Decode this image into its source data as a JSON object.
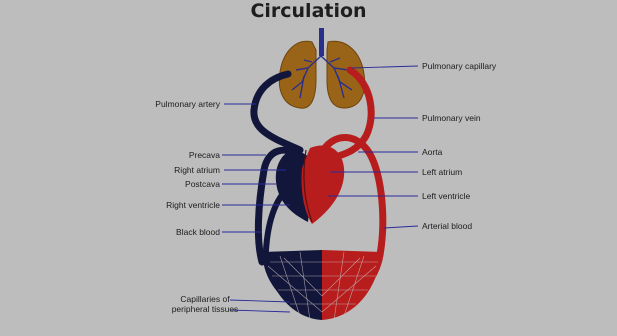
{
  "title": "Circulation",
  "labels": {
    "pulmonary_capillary": "Pulmonary capillary",
    "pulmonary_artery": "Pulmonary artery",
    "pulmonary_vein": "Pulmonary vein",
    "aorta": "Aorta",
    "precava": "Precava",
    "left_atrium": "Left atrium",
    "right_atrium": "Right atrium",
    "postcava": "Postcava",
    "left_ventricle": "Left ventricle",
    "right_ventricle": "Right ventricle",
    "arterial_blood": "Arterial blood",
    "black_blood": "Black blood",
    "capillaries_line1": "Capillaries of",
    "capillaries_line2": "peripheral tissues"
  },
  "colors": {
    "background": "#bdbdbd",
    "arterial": "#b81d1d",
    "venous": "#12163a",
    "lung": "#9a6418",
    "lung_vessel": "#2a2f8a",
    "leader_line": "#2a2a9a"
  }
}
